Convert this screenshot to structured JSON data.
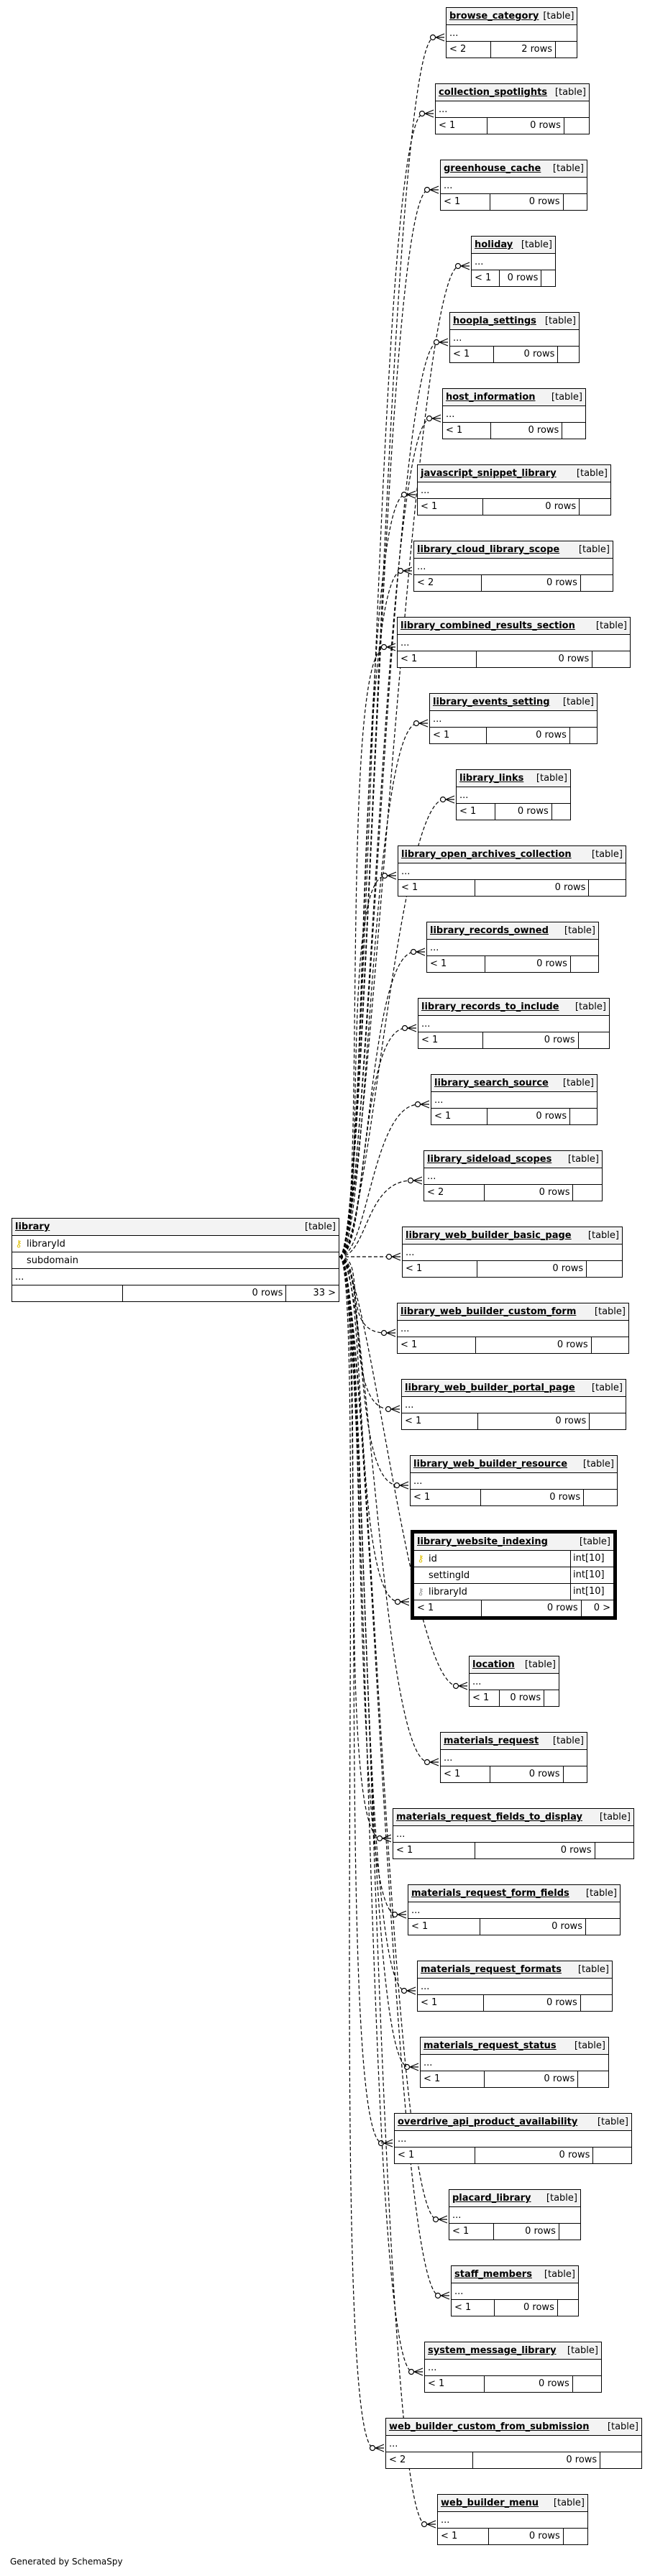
{
  "main": {
    "name": "library",
    "kind": "[table]",
    "columns": [
      {
        "name": "libraryId",
        "icon": "primary-key-icon"
      },
      {
        "name": "subdomain",
        "icon": ""
      }
    ],
    "more": "...",
    "rows": "0 rows",
    "children": "33 >"
  },
  "tables": [
    {
      "name": "browse_category",
      "kind": "[table]",
      "more": "...",
      "parents": "< 2",
      "rows": "2 rows"
    },
    {
      "name": "collection_spotlights",
      "kind": "[table]",
      "more": "...",
      "parents": "< 1",
      "rows": "0 rows"
    },
    {
      "name": "greenhouse_cache",
      "kind": "[table]",
      "more": "...",
      "parents": "< 1",
      "rows": "0 rows"
    },
    {
      "name": "holiday",
      "kind": "[table]",
      "more": "...",
      "parents": "< 1",
      "rows": "0 rows"
    },
    {
      "name": "hoopla_settings",
      "kind": "[table]",
      "more": "...",
      "parents": "< 1",
      "rows": "0 rows"
    },
    {
      "name": "host_information",
      "kind": "[table]",
      "more": "...",
      "parents": "< 1",
      "rows": "0 rows"
    },
    {
      "name": "javascript_snippet_library",
      "kind": "[table]",
      "more": "...",
      "parents": "< 1",
      "rows": "0 rows"
    },
    {
      "name": "library_cloud_library_scope",
      "kind": "[table]",
      "more": "...",
      "parents": "< 2",
      "rows": "0 rows"
    },
    {
      "name": "library_combined_results_section",
      "kind": "[table]",
      "more": "...",
      "parents": "< 1",
      "rows": "0 rows"
    },
    {
      "name": "library_events_setting",
      "kind": "[table]",
      "more": "...",
      "parents": "< 1",
      "rows": "0 rows"
    },
    {
      "name": "library_links",
      "kind": "[table]",
      "more": "...",
      "parents": "< 1",
      "rows": "0 rows"
    },
    {
      "name": "library_open_archives_collection",
      "kind": "[table]",
      "more": "...",
      "parents": "< 1",
      "rows": "0 rows"
    },
    {
      "name": "library_records_owned",
      "kind": "[table]",
      "more": "...",
      "parents": "< 1",
      "rows": "0 rows"
    },
    {
      "name": "library_records_to_include",
      "kind": "[table]",
      "more": "...",
      "parents": "< 1",
      "rows": "0 rows"
    },
    {
      "name": "library_search_source",
      "kind": "[table]",
      "more": "...",
      "parents": "< 1",
      "rows": "0 rows"
    },
    {
      "name": "library_sideload_scopes",
      "kind": "[table]",
      "more": "...",
      "parents": "< 2",
      "rows": "0 rows"
    },
    {
      "name": "library_web_builder_basic_page",
      "kind": "[table]",
      "more": "...",
      "parents": "< 1",
      "rows": "0 rows"
    },
    {
      "name": "library_web_builder_custom_form",
      "kind": "[table]",
      "more": "...",
      "parents": "< 1",
      "rows": "0 rows"
    },
    {
      "name": "library_web_builder_portal_page",
      "kind": "[table]",
      "more": "...",
      "parents": "< 1",
      "rows": "0 rows"
    },
    {
      "name": "library_web_builder_resource",
      "kind": "[table]",
      "more": "...",
      "parents": "< 1",
      "rows": "0 rows"
    },
    {
      "name": "library_website_indexing",
      "kind": "[table]",
      "focus": true,
      "columns": [
        {
          "name": "id",
          "type": "int[10]",
          "icon": "primary-key-icon"
        },
        {
          "name": "settingId",
          "type": "int[10]",
          "icon": ""
        },
        {
          "name": "libraryId",
          "type": "int[10]",
          "icon": "foreign-key-icon"
        }
      ],
      "parents": "< 1",
      "rows": "0 rows",
      "children": "0 >"
    },
    {
      "name": "location",
      "kind": "[table]",
      "more": "...",
      "parents": "< 1",
      "rows": "0 rows"
    },
    {
      "name": "materials_request",
      "kind": "[table]",
      "more": "...",
      "parents": "< 1",
      "rows": "0 rows"
    },
    {
      "name": "materials_request_fields_to_display",
      "kind": "[table]",
      "more": "...",
      "parents": "< 1",
      "rows": "0 rows"
    },
    {
      "name": "materials_request_form_fields",
      "kind": "[table]",
      "more": "...",
      "parents": "< 1",
      "rows": "0 rows"
    },
    {
      "name": "materials_request_formats",
      "kind": "[table]",
      "more": "...",
      "parents": "< 1",
      "rows": "0 rows"
    },
    {
      "name": "materials_request_status",
      "kind": "[table]",
      "more": "...",
      "parents": "< 1",
      "rows": "0 rows"
    },
    {
      "name": "overdrive_api_product_availability",
      "kind": "[table]",
      "more": "...",
      "parents": "< 1",
      "rows": "0 rows"
    },
    {
      "name": "placard_library",
      "kind": "[table]",
      "more": "...",
      "parents": "< 1",
      "rows": "0 rows"
    },
    {
      "name": "staff_members",
      "kind": "[table]",
      "more": "...",
      "parents": "< 1",
      "rows": "0 rows"
    },
    {
      "name": "system_message_library",
      "kind": "[table]",
      "more": "...",
      "parents": "< 1",
      "rows": "0 rows"
    },
    {
      "name": "web_builder_custom_from_submission",
      "kind": "[table]",
      "more": "...",
      "parents": "< 2",
      "rows": "0 rows"
    },
    {
      "name": "web_builder_menu",
      "kind": "[table]",
      "more": "...",
      "parents": "< 1",
      "rows": "0 rows"
    }
  ],
  "footer": "Generated by SchemaSpy",
  "colors": {
    "line": "#000000",
    "header": "#f3f3f3",
    "primary_key": "#e0c000"
  }
}
